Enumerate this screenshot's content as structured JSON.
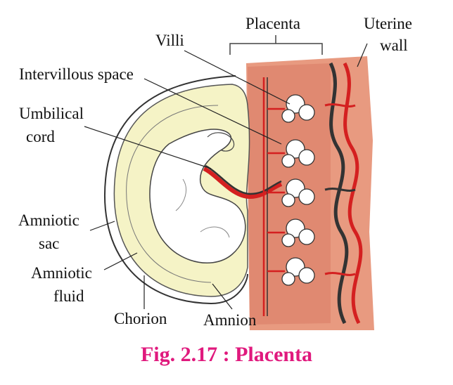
{
  "labels": {
    "placenta": "Placenta",
    "uterine_wall_line1": "Uterine",
    "uterine_wall_line2": "wall",
    "villi": "Villi",
    "intervillous_space": "Intervillous space",
    "umbilical_cord_line1": "Umbilical",
    "umbilical_cord_line2": "cord",
    "amniotic_sac_line1": "Amniotic",
    "amniotic_sac_line2": "sac",
    "amniotic_fluid_line1": "Amniotic",
    "amniotic_fluid_line2": "fluid",
    "chorion": "Chorion",
    "amnion": "Amnion"
  },
  "caption": "Fig. 2.17 : Placenta",
  "colors": {
    "caption": "#e0197d",
    "uterine_wall": "#e89a80",
    "placenta_tissue": "#d97b64",
    "amniotic_fluid": "#f5f3c6",
    "fetus": "#ffffff",
    "artery": "#d42020",
    "vein": "#333333"
  }
}
